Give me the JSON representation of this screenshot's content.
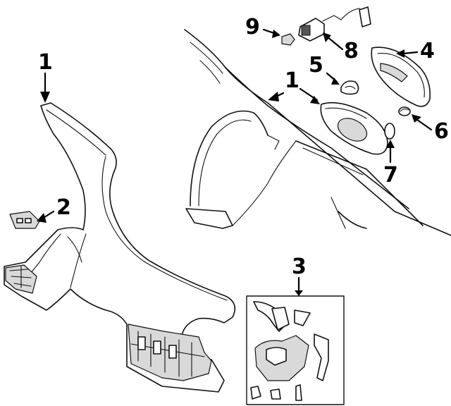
{
  "diagram": {
    "callouts": {
      "c1_left": "1",
      "c1_right": "1",
      "c2": "2",
      "c3": "3",
      "c4": "4",
      "c5": "5",
      "c6": "6",
      "c7": "7",
      "c8": "8",
      "c9": "9"
    }
  }
}
